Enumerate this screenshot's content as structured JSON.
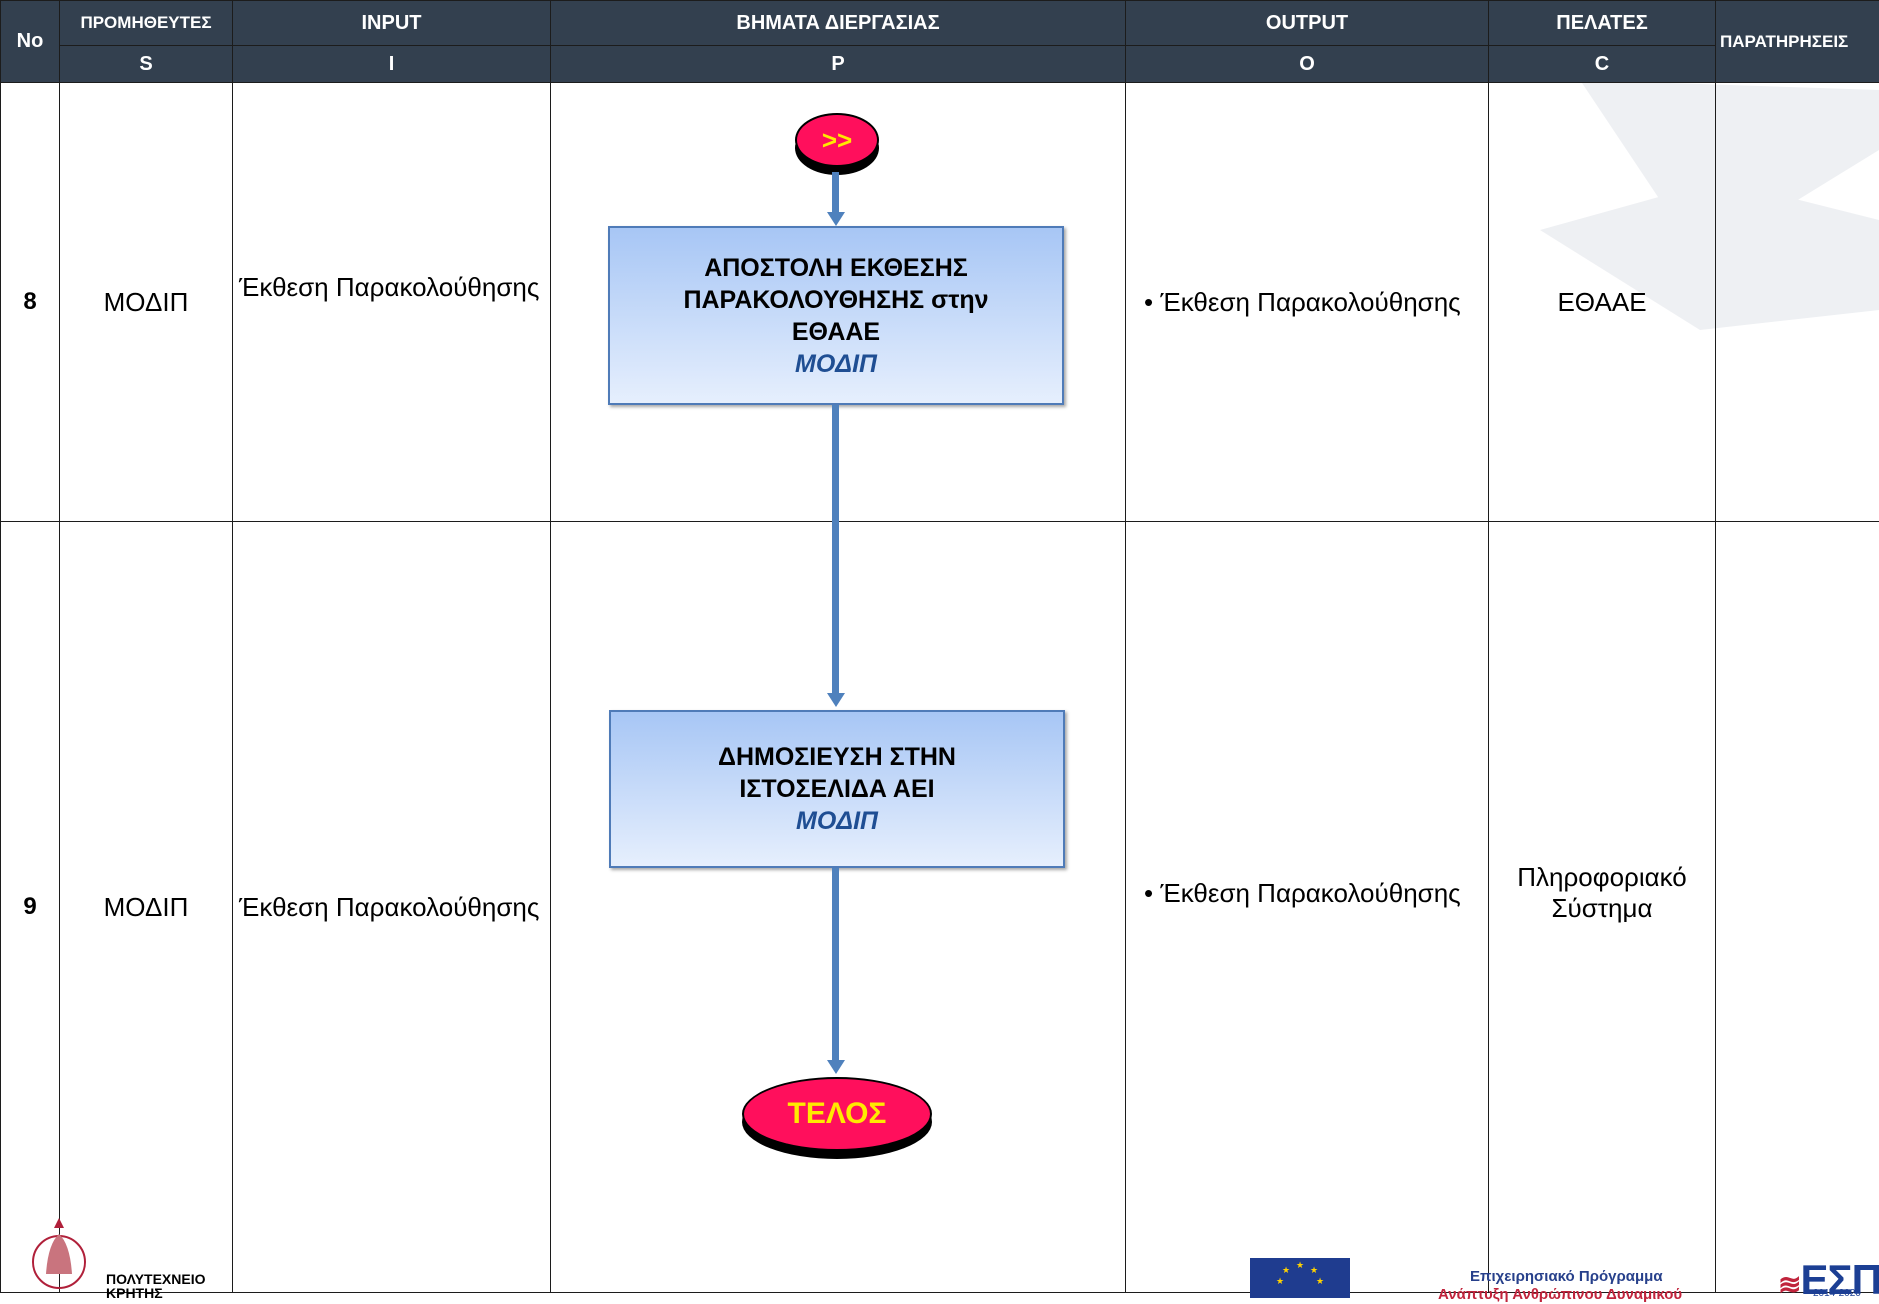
{
  "header": {
    "no": "No",
    "suppliers": "ΠΡΟΜΗΘΕΥΤΕΣ",
    "input": "INPUT",
    "process": "ΒΗΜΑΤΑ ΔΙΕΡΓΑΣΙΑΣ",
    "output": "OUTPUT",
    "customers": "ΠΕΛΑΤΕΣ",
    "notes": "ΠΑΡΑΤΗΡΗΣΕΙΣ"
  },
  "subheader": {
    "s": "S",
    "i": "I",
    "p": "P",
    "o": "O",
    "c": "C"
  },
  "rows": [
    {
      "no": "8",
      "supplier": "ΜΟΔΙΠ",
      "input": "Έκθεση Παρακολούθησης",
      "output": "• Έκθεση Παρακολούθησης",
      "customer": "ΕΘΑΑΕ",
      "notes": ""
    },
    {
      "no": "9",
      "supplier": "ΜΟΔΙΠ",
      "input": "Έκθεση Παρακολούθησης",
      "output": "• Έκθεση Παρακολούθησης",
      "customer_line1": "Πληροφοριακό",
      "customer_line2": "Σύστημα",
      "notes": ""
    }
  ],
  "flow": {
    "start_connector": ">>",
    "step1_line1": "ΑΠΟΣΤΟΛΗ ΕΚΘΕΣΗΣ",
    "step1_line2": "ΠΑΡΑΚΟΛΟΥΘΗΣΗΣ στην",
    "step1_line3": "ΕΘΑΑΕ",
    "step1_owner": "ΜΟΔΙΠ",
    "step2_line1": "ΔΗΜΟΣΙΕΥΣΗ ΣΤΗΝ",
    "step2_line2": "ΙΣΤΟΣΕΛΙΔΑ ΑΕΙ",
    "step2_owner": "ΜΟΔΙΠ",
    "end": "ΤΕΛΟΣ"
  },
  "footer": {
    "university_line1": "ΠΟΛΥΤΕΧΝΕΙΟ",
    "university_line2": "ΚΡΗΤΗΣ",
    "program_line1": "Επιχειρησιακό Πρόγραμμα",
    "program_line2": "Ανάπτυξη Ανθρώπινου Δυναμικού",
    "espa": "ΕΣΠΑ",
    "espa_years": "2014-2020"
  }
}
